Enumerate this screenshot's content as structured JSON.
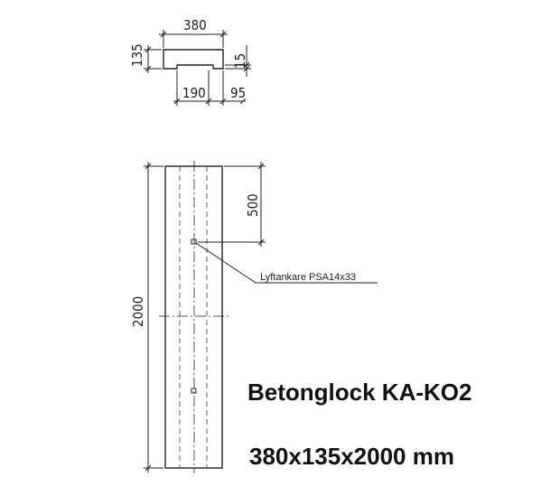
{
  "section_view": {
    "width_label": "380",
    "height_label": "135",
    "recess_depth_label": "15",
    "center_label": "190",
    "recess_offset_label": "95"
  },
  "elevation_view": {
    "length_label": "2000",
    "anchor_spacing_label": "500",
    "anchor_note": "Lyftankare PSA14x33"
  },
  "title": {
    "product": "Betonglock KA-KO2",
    "dimensions": "380x135x2000 mm"
  }
}
